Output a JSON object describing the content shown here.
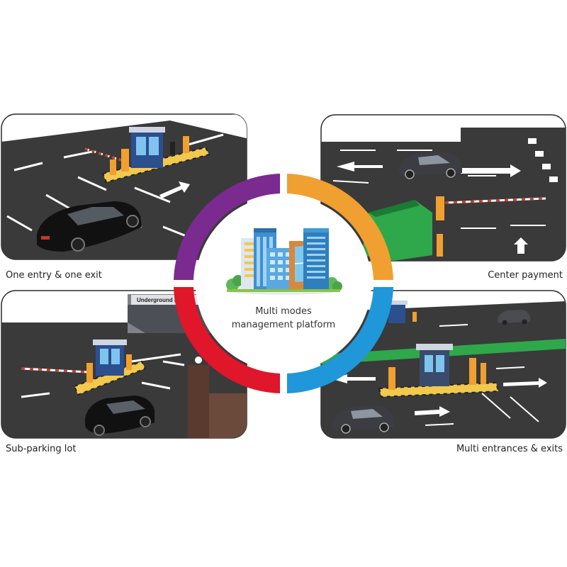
{
  "center": {
    "title_line1": "Multi modes",
    "title_line2": "management platform"
  },
  "panels": {
    "top_left": {
      "caption": "One entry & one exit"
    },
    "top_right": {
      "caption": "Center payment"
    },
    "bottom_left": {
      "caption": "Sub-parking lot",
      "sign_text": "Underground P"
    },
    "bottom_right": {
      "caption": "Multi entrances & exits"
    }
  },
  "ring_colors": {
    "top_left": "#7b2a8f",
    "top_right": "#f0a030",
    "bottom_left": "#e0162b",
    "bottom_right": "#1f97d8"
  }
}
